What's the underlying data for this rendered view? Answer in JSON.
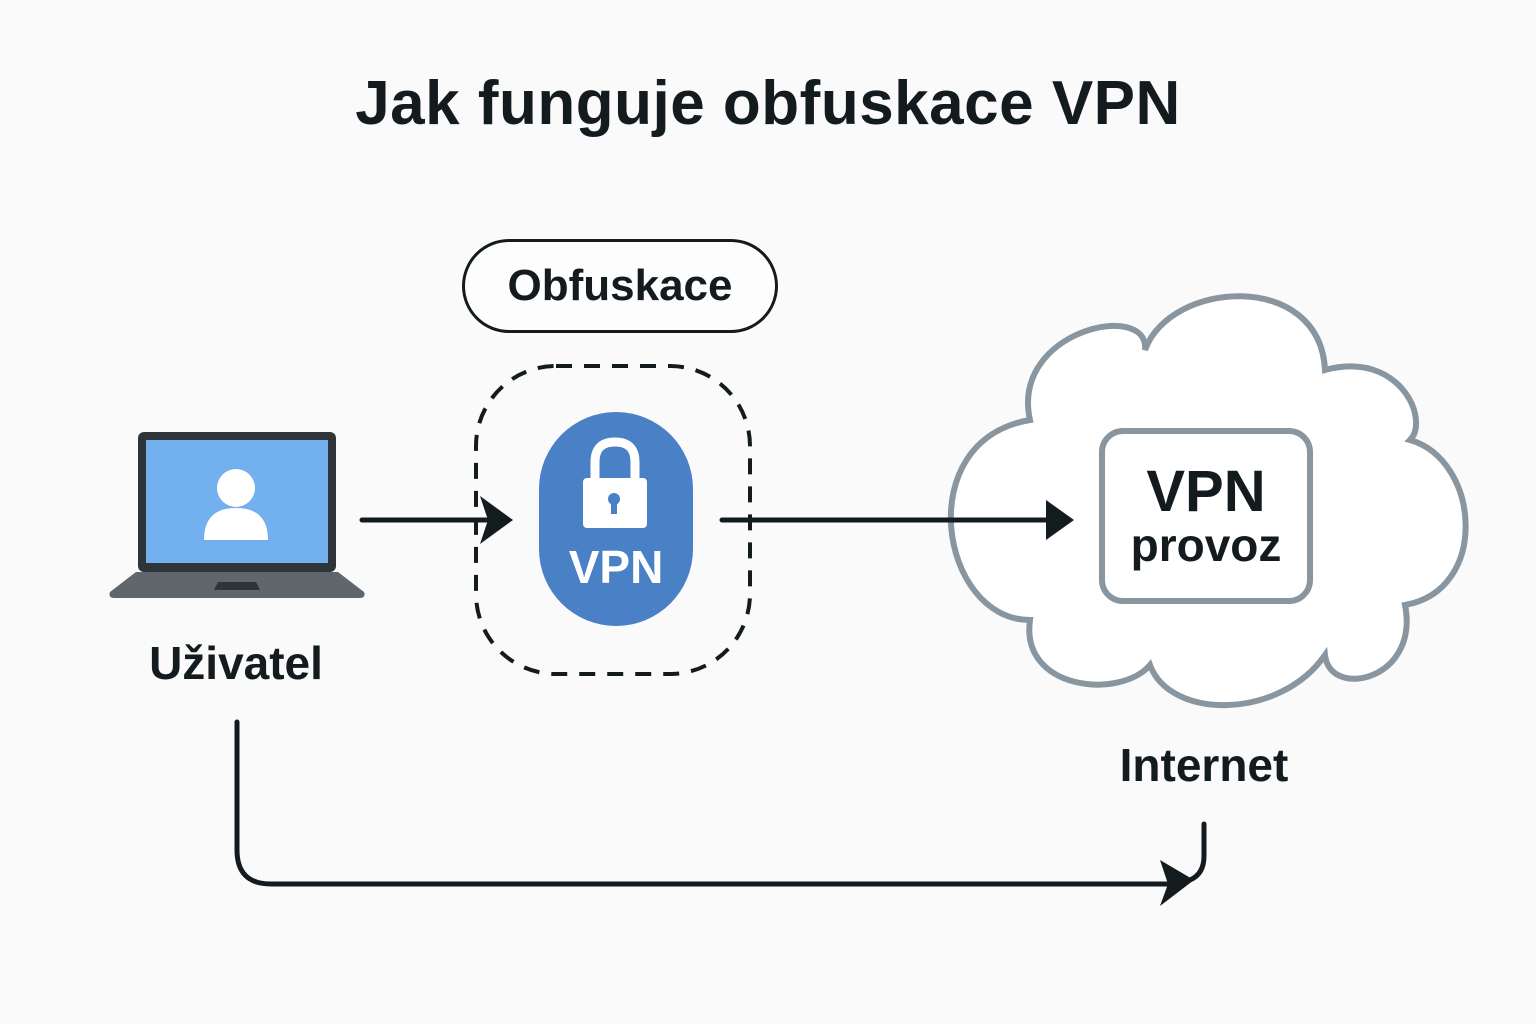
{
  "title": "Jak funguje obfuskace VPN",
  "nodes": {
    "user": {
      "label": "Uživatel",
      "icon": "laptop-user-icon"
    },
    "obfuscation": {
      "label": "Obfuskace"
    },
    "vpn": {
      "label": "VPN",
      "icon": "padlock-icon"
    },
    "internet": {
      "label": "Internet",
      "icon": "cloud-icon"
    },
    "vpn_traffic": {
      "line1": "VPN",
      "line2": "provoz"
    }
  },
  "colors": {
    "text": "#141b1f",
    "vpn_blue": "#4a80c6",
    "screen_blue": "#72b0ef",
    "laptop_gray": "#5f666c",
    "cloud_stroke": "#8a969f"
  },
  "edges": [
    {
      "from": "user",
      "to": "vpn",
      "style": "solid-arrow"
    },
    {
      "from": "vpn",
      "to": "vpn_traffic",
      "style": "solid-arrow"
    },
    {
      "from": "user",
      "to": "internet",
      "style": "solid-arrow-curved"
    }
  ]
}
